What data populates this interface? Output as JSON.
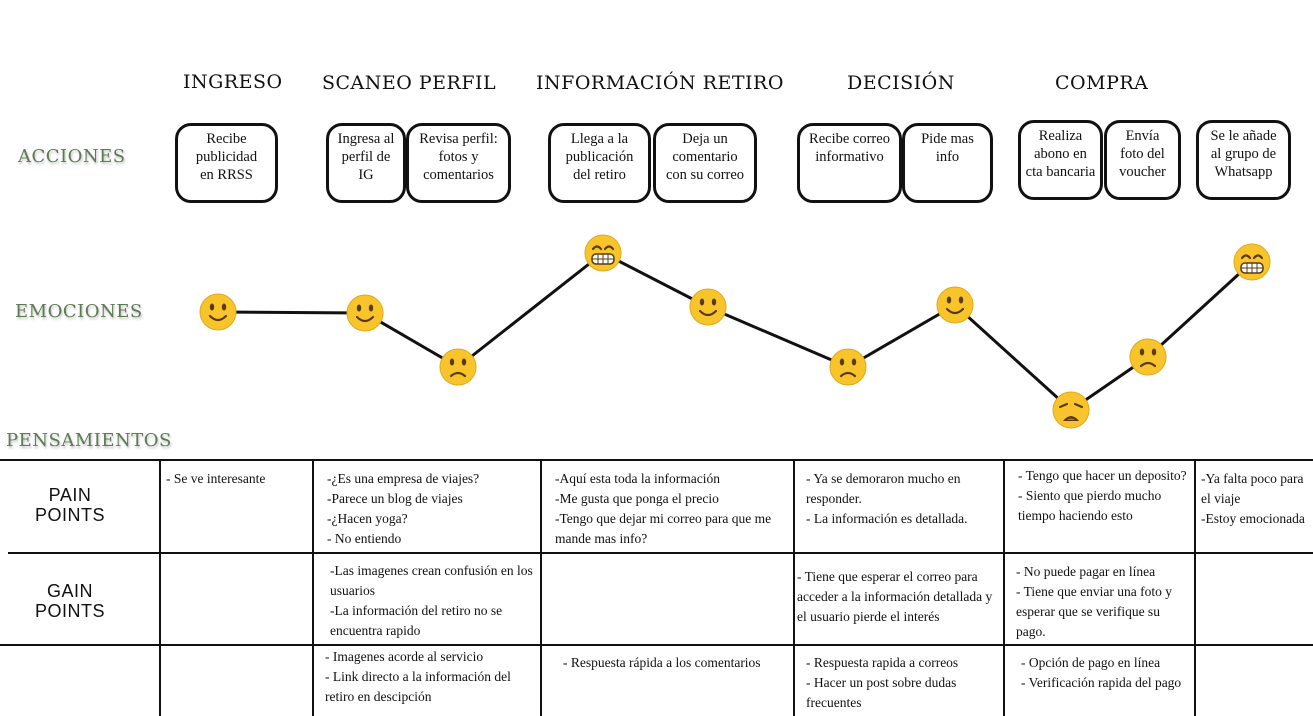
{
  "stages": [
    "INGRESO",
    "SCANEO PERFIL",
    "INFORMACIÓN RETIRO",
    "DECISIÓN",
    "COMPRA"
  ],
  "row_labels": {
    "acciones": "ACCIONES",
    "emociones": "EMOCIONES",
    "pensamientos": "PENSAMIENTOS"
  },
  "actions": [
    "Recibe publicidad en RRSS",
    "Ingresa al perfil de IG",
    "Revisa perfil: fotos y comentarios",
    "Llega a la publicación del retiro",
    "Deja un comentario con su correo",
    "Recibe correo informativo",
    "Pide mas info",
    "Realiza abono en cta bancaria",
    "Envía foto del voucher",
    "Se le añade al grupo de Whatsapp"
  ],
  "emotions": [
    "smile",
    "smile",
    "sad",
    "grin",
    "smile",
    "sad",
    "smile",
    "distressed",
    "sad",
    "grin"
  ],
  "table": {
    "row_headers": [
      "PAIN POINTS",
      "GAIN POINTS"
    ],
    "rows": [
      [
        "- Se ve interesante",
        "-¿Es una empresa de viajes?\n-Parece un blog de viajes\n-¿Hacen yoga?\n- No entiendo",
        "-Aquí esta toda la información\n-Me gusta que ponga el precio\n-Tengo que dejar mi correo para que me mande mas info?",
        "- Ya se demoraron mucho en responder.\n- La información es detallada.",
        "- Tengo que hacer un deposito?\n- Siento que pierdo mucho tiempo haciendo esto",
        "-Ya falta poco para el viaje\n-Estoy emocionada"
      ],
      [
        "",
        "-Las imagenes crean confusión en los usuarios\n-La información del retiro no se encuentra rapido",
        "",
        "- Tiene que esperar el correo para acceder a la información detallada y el usuario pierde el interés",
        "- No puede pagar en línea\n- Tiene que enviar una foto y esperar que se verifique su pago.",
        ""
      ],
      [
        "",
        "- Imagenes acorde al servicio\n- Link directo a la información del retiro en descipción",
        "- Respuesta rápida a los comentarios",
        "- Respuesta rapida a correos\n- Hacer un post sobre dudas frecuentes",
        "- Opción de pago en línea\n- Verificación rapida del pago",
        ""
      ]
    ]
  },
  "colors": {
    "label_green": "#5d7a55",
    "emoji_face": "#f7c52b",
    "line": "#111111"
  }
}
